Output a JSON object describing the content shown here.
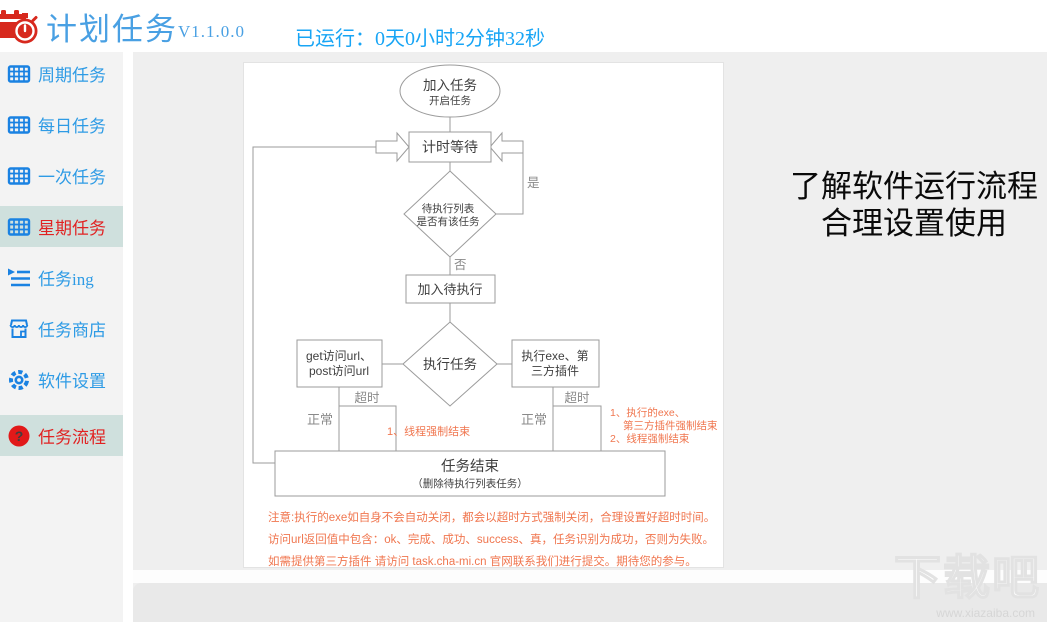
{
  "header": {
    "app_title": "计划任务",
    "version": "V1.1.0.0",
    "runtime": "已运行：0天0小时2分钟32秒"
  },
  "sidebar": {
    "items": [
      {
        "label": "周期任务",
        "icon": "table-icon",
        "active": false
      },
      {
        "label": "每日任务",
        "icon": "table-icon",
        "active": false
      },
      {
        "label": "一次任务",
        "icon": "table-icon",
        "active": false
      },
      {
        "label": "星期任务",
        "icon": "table-icon",
        "active": true
      },
      {
        "label": "任务ing",
        "icon": "task-list-icon",
        "active": false
      },
      {
        "label": "任务商店",
        "icon": "store-icon",
        "active": false
      },
      {
        "label": "软件设置",
        "icon": "gear-icon",
        "active": false
      },
      {
        "label": "任务流程",
        "icon": "help-icon",
        "active": true
      }
    ],
    "help_glyph": "?"
  },
  "flowchart": {
    "start_ellipse": {
      "line1": "加入任务",
      "line2": "开启任务"
    },
    "wait_box": "计时等待",
    "decision1": {
      "line1": "待执行列表",
      "line2": "是否有该任务"
    },
    "yes_label": "是",
    "no_label": "否",
    "enqueue_box": "加入待执行",
    "decision2": "执行任务",
    "url_box": {
      "line1": "get访问url、",
      "line2": "post访问url"
    },
    "exe_box": {
      "line1": "执行exe、第",
      "line2": "三方插件"
    },
    "left_branch": {
      "timeout": "超时",
      "normal": "正常",
      "note1": "1、线程强制结束"
    },
    "right_branch": {
      "timeout": "超时",
      "normal": "正常",
      "note1": "1、执行的exe、",
      "note2": "第三方插件强制结束",
      "note3": "2、线程强制结束"
    },
    "end_box": {
      "line1": "任务结束",
      "line2": "（删除待执行列表任务）"
    },
    "notes": [
      "注意:执行的exe如自身不会自动关闭，都会以超时方式强制关闭，合理设置好超时时间。",
      "访问url返回值中包含：ok、完成、成功、success、真，任务识别为成功，否则为失败。",
      "如需提供第三方插件 请访问 task.cha-mi.cn 官网联系我们进行提交。期待您的参与。"
    ]
  },
  "aside": {
    "line1": "了解软件运行流程",
    "line2": "合理设置使用"
  },
  "watermark": {
    "title": "下载吧",
    "url": "www.xiazaiba.com"
  },
  "colors": {
    "accent_blue": "#2e9be5",
    "runtime_blue": "#18a5f5",
    "active_red": "#e12222",
    "highlight_bg": "#cfe0dd",
    "note_orange": "#f0764f",
    "logo_red": "#d7281d",
    "line_gray": "#9b9b9b"
  }
}
